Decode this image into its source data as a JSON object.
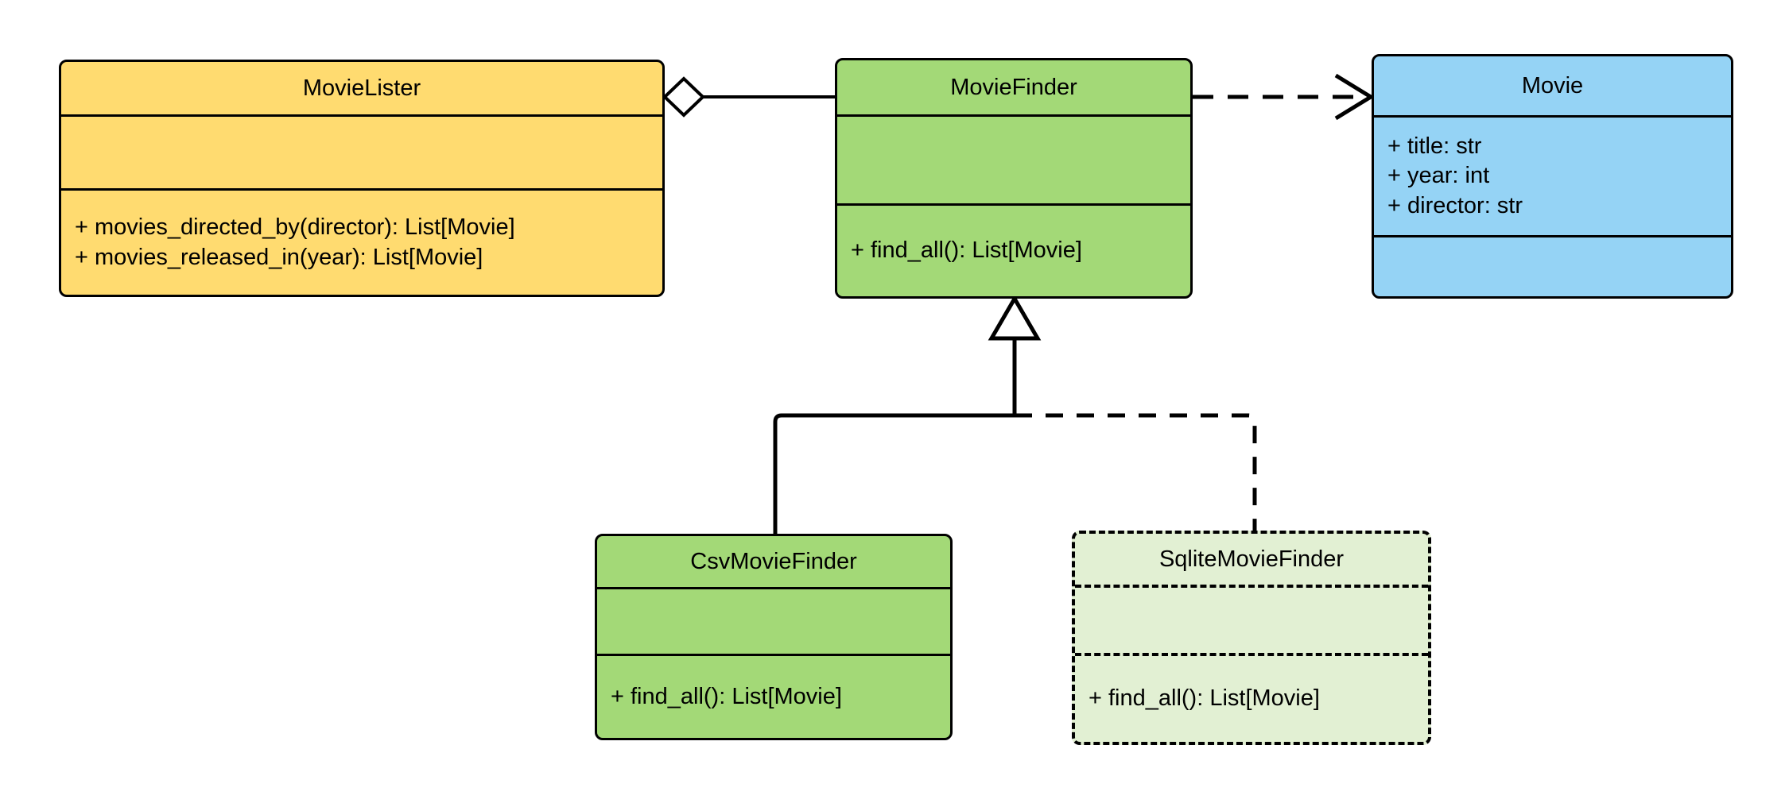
{
  "diagram": {
    "title": "MovieLister dependency-injection UML class diagram",
    "type": "uml-class-diagram",
    "background": "#ffffff",
    "line_color": "#000000"
  },
  "palette": {
    "yellow": "#ffdb70",
    "green": "#a3d977",
    "blue": "#95d3f5",
    "pale_green": "#e2f0d3",
    "stroke": "#000000"
  },
  "classes": [
    {
      "id": "movie-lister",
      "name": "MovieLister",
      "fill": "#ffdb70",
      "border_style": "solid",
      "attributes": [],
      "methods": [
        "+ movies_directed_by(director): List[Movie]",
        "+ movies_released_in(year): List[Movie]"
      ]
    },
    {
      "id": "movie-finder",
      "name": "MovieFinder",
      "fill": "#a3d977",
      "border_style": "solid",
      "attributes": [],
      "methods": [
        "+ find_all(): List[Movie]"
      ]
    },
    {
      "id": "movie",
      "name": "Movie",
      "fill": "#95d3f5",
      "border_style": "solid",
      "attributes": [
        "+ title: str",
        "+ year: int",
        "+ director: str"
      ],
      "methods": []
    },
    {
      "id": "csv-movie-finder",
      "name": "CsvMovieFinder",
      "fill": "#a3d977",
      "border_style": "solid",
      "attributes": [],
      "methods": [
        "+ find_all(): List[Movie]"
      ]
    },
    {
      "id": "sqlite-movie-finder",
      "name": "SqliteMovieFinder",
      "fill": "#e2f0d3",
      "border_style": "dashed",
      "attributes": [],
      "methods": [
        "+ find_all(): List[Movie]"
      ]
    }
  ],
  "relationships": [
    {
      "id": "lister-aggregates-finder",
      "kind": "aggregation",
      "from": "MovieLister",
      "to": "MovieFinder",
      "line_style": "solid",
      "decoration": "hollow-diamond"
    },
    {
      "id": "finder-depends-on-movie",
      "kind": "dependency",
      "from": "MovieFinder",
      "to": "Movie",
      "line_style": "dashed",
      "decoration": "open-arrow"
    },
    {
      "id": "csv-inherits-finder",
      "kind": "generalization",
      "from": "CsvMovieFinder",
      "to": "MovieFinder",
      "line_style": "solid",
      "decoration": "hollow-triangle"
    },
    {
      "id": "sqlite-inherits-finder",
      "kind": "generalization",
      "from": "SqliteMovieFinder",
      "to": "MovieFinder",
      "line_style": "dashed",
      "decoration": "hollow-triangle"
    }
  ]
}
